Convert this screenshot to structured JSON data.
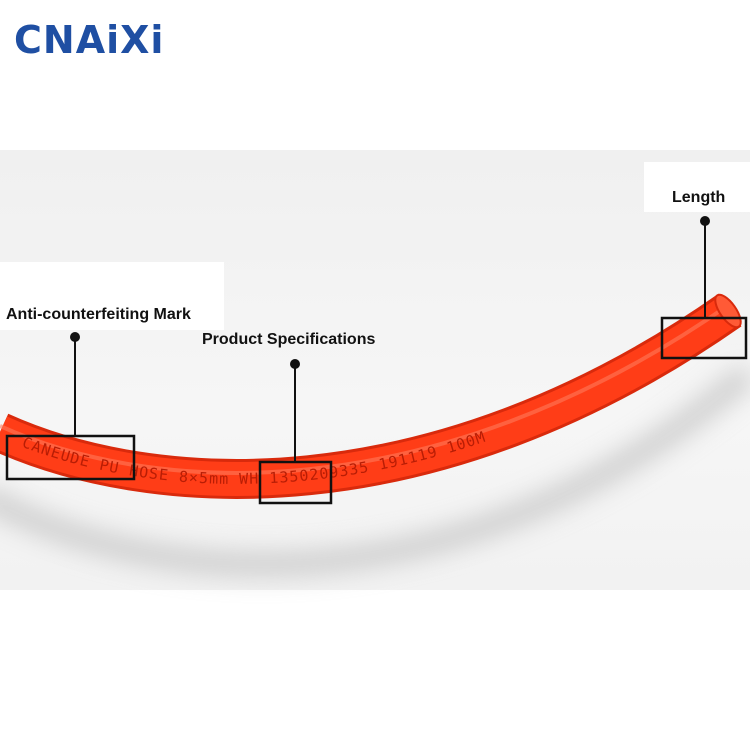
{
  "brand": {
    "name": "CNAiXi",
    "color": "#1f4fa3"
  },
  "hose": {
    "color": "#ff3d17",
    "print_text": "CANEUDE PU HOSE 8×5mm WH 1350209335 191119 100M"
  },
  "callouts": {
    "anti_counterfeiting": "Anti-counterfeiting Mark",
    "specifications": "Product Specifications",
    "length": "Length"
  }
}
